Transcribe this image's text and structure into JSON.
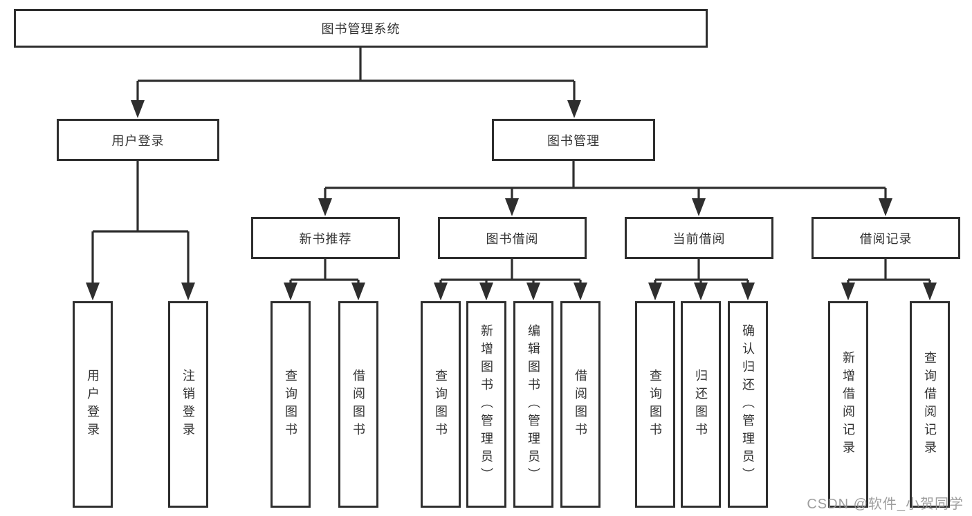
{
  "diagram": {
    "title_node": "图书管理系统",
    "level2": {
      "user_login": "用户登录",
      "book_management": "图书管理"
    },
    "level3": {
      "new_book_recommend": "新书推荐",
      "book_borrow": "图书借阅",
      "current_borrow": "当前借阅",
      "borrow_records": "借阅记录"
    },
    "leaves": {
      "user_login": [
        "用户登录",
        "注销登录"
      ],
      "new_book_recommend": [
        "查询图书",
        "借阅图书"
      ],
      "book_borrow": [
        "查询图书",
        "新增图书（管理员）",
        "编辑图书（管理员）",
        "借阅图书"
      ],
      "current_borrow": [
        "查询图书",
        "归还图书",
        "确认归还（管理员）"
      ],
      "borrow_records": [
        "新增借阅记录",
        "查询借阅记录"
      ]
    },
    "colors": {
      "line": "#2e2e2e",
      "text": "#333333",
      "background": "#ffffff",
      "watermark": "#949494"
    }
  },
  "watermark": {
    "text": "CSDN @软件_小贺同学"
  }
}
